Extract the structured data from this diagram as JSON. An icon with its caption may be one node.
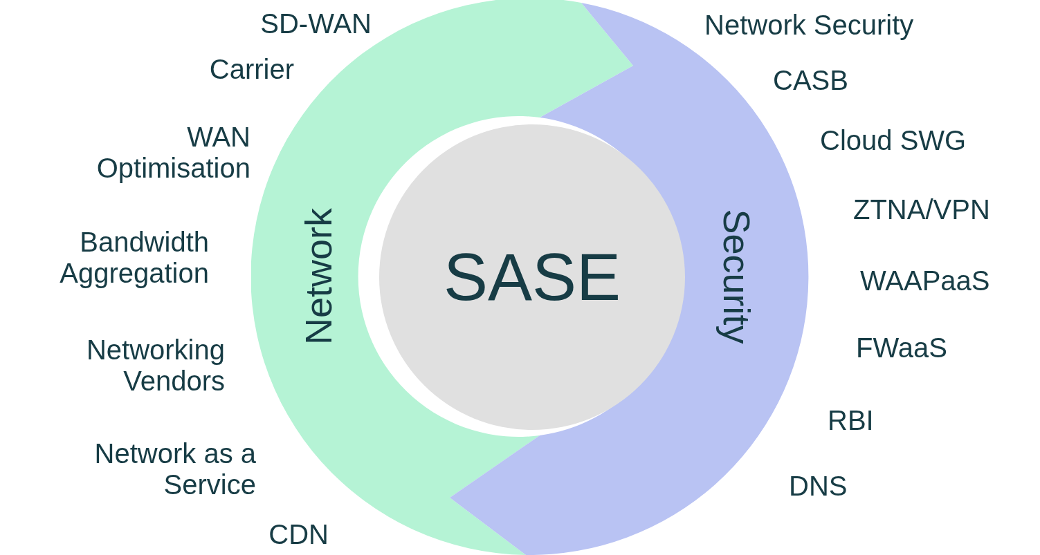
{
  "diagram": {
    "nodes": [
      {
        "text": [
          "SASE"
        ]
      },
      {
        "text": [
          "Network"
        ]
      },
      {
        "text": [
          "Security"
        ]
      }
    ],
    "labels": [
      "SD-WAN",
      "Network Security",
      "Carrier",
      "CASB",
      "WAN Optimisation",
      "Cloud SWG",
      "ZTNA/VPN",
      "Bandwidth Aggregation",
      "WAAPaaS",
      "Networking Vendors",
      "FWaaS",
      "RBI",
      "Network as a Service",
      "DNS",
      "CDN"
    ]
  }
}
